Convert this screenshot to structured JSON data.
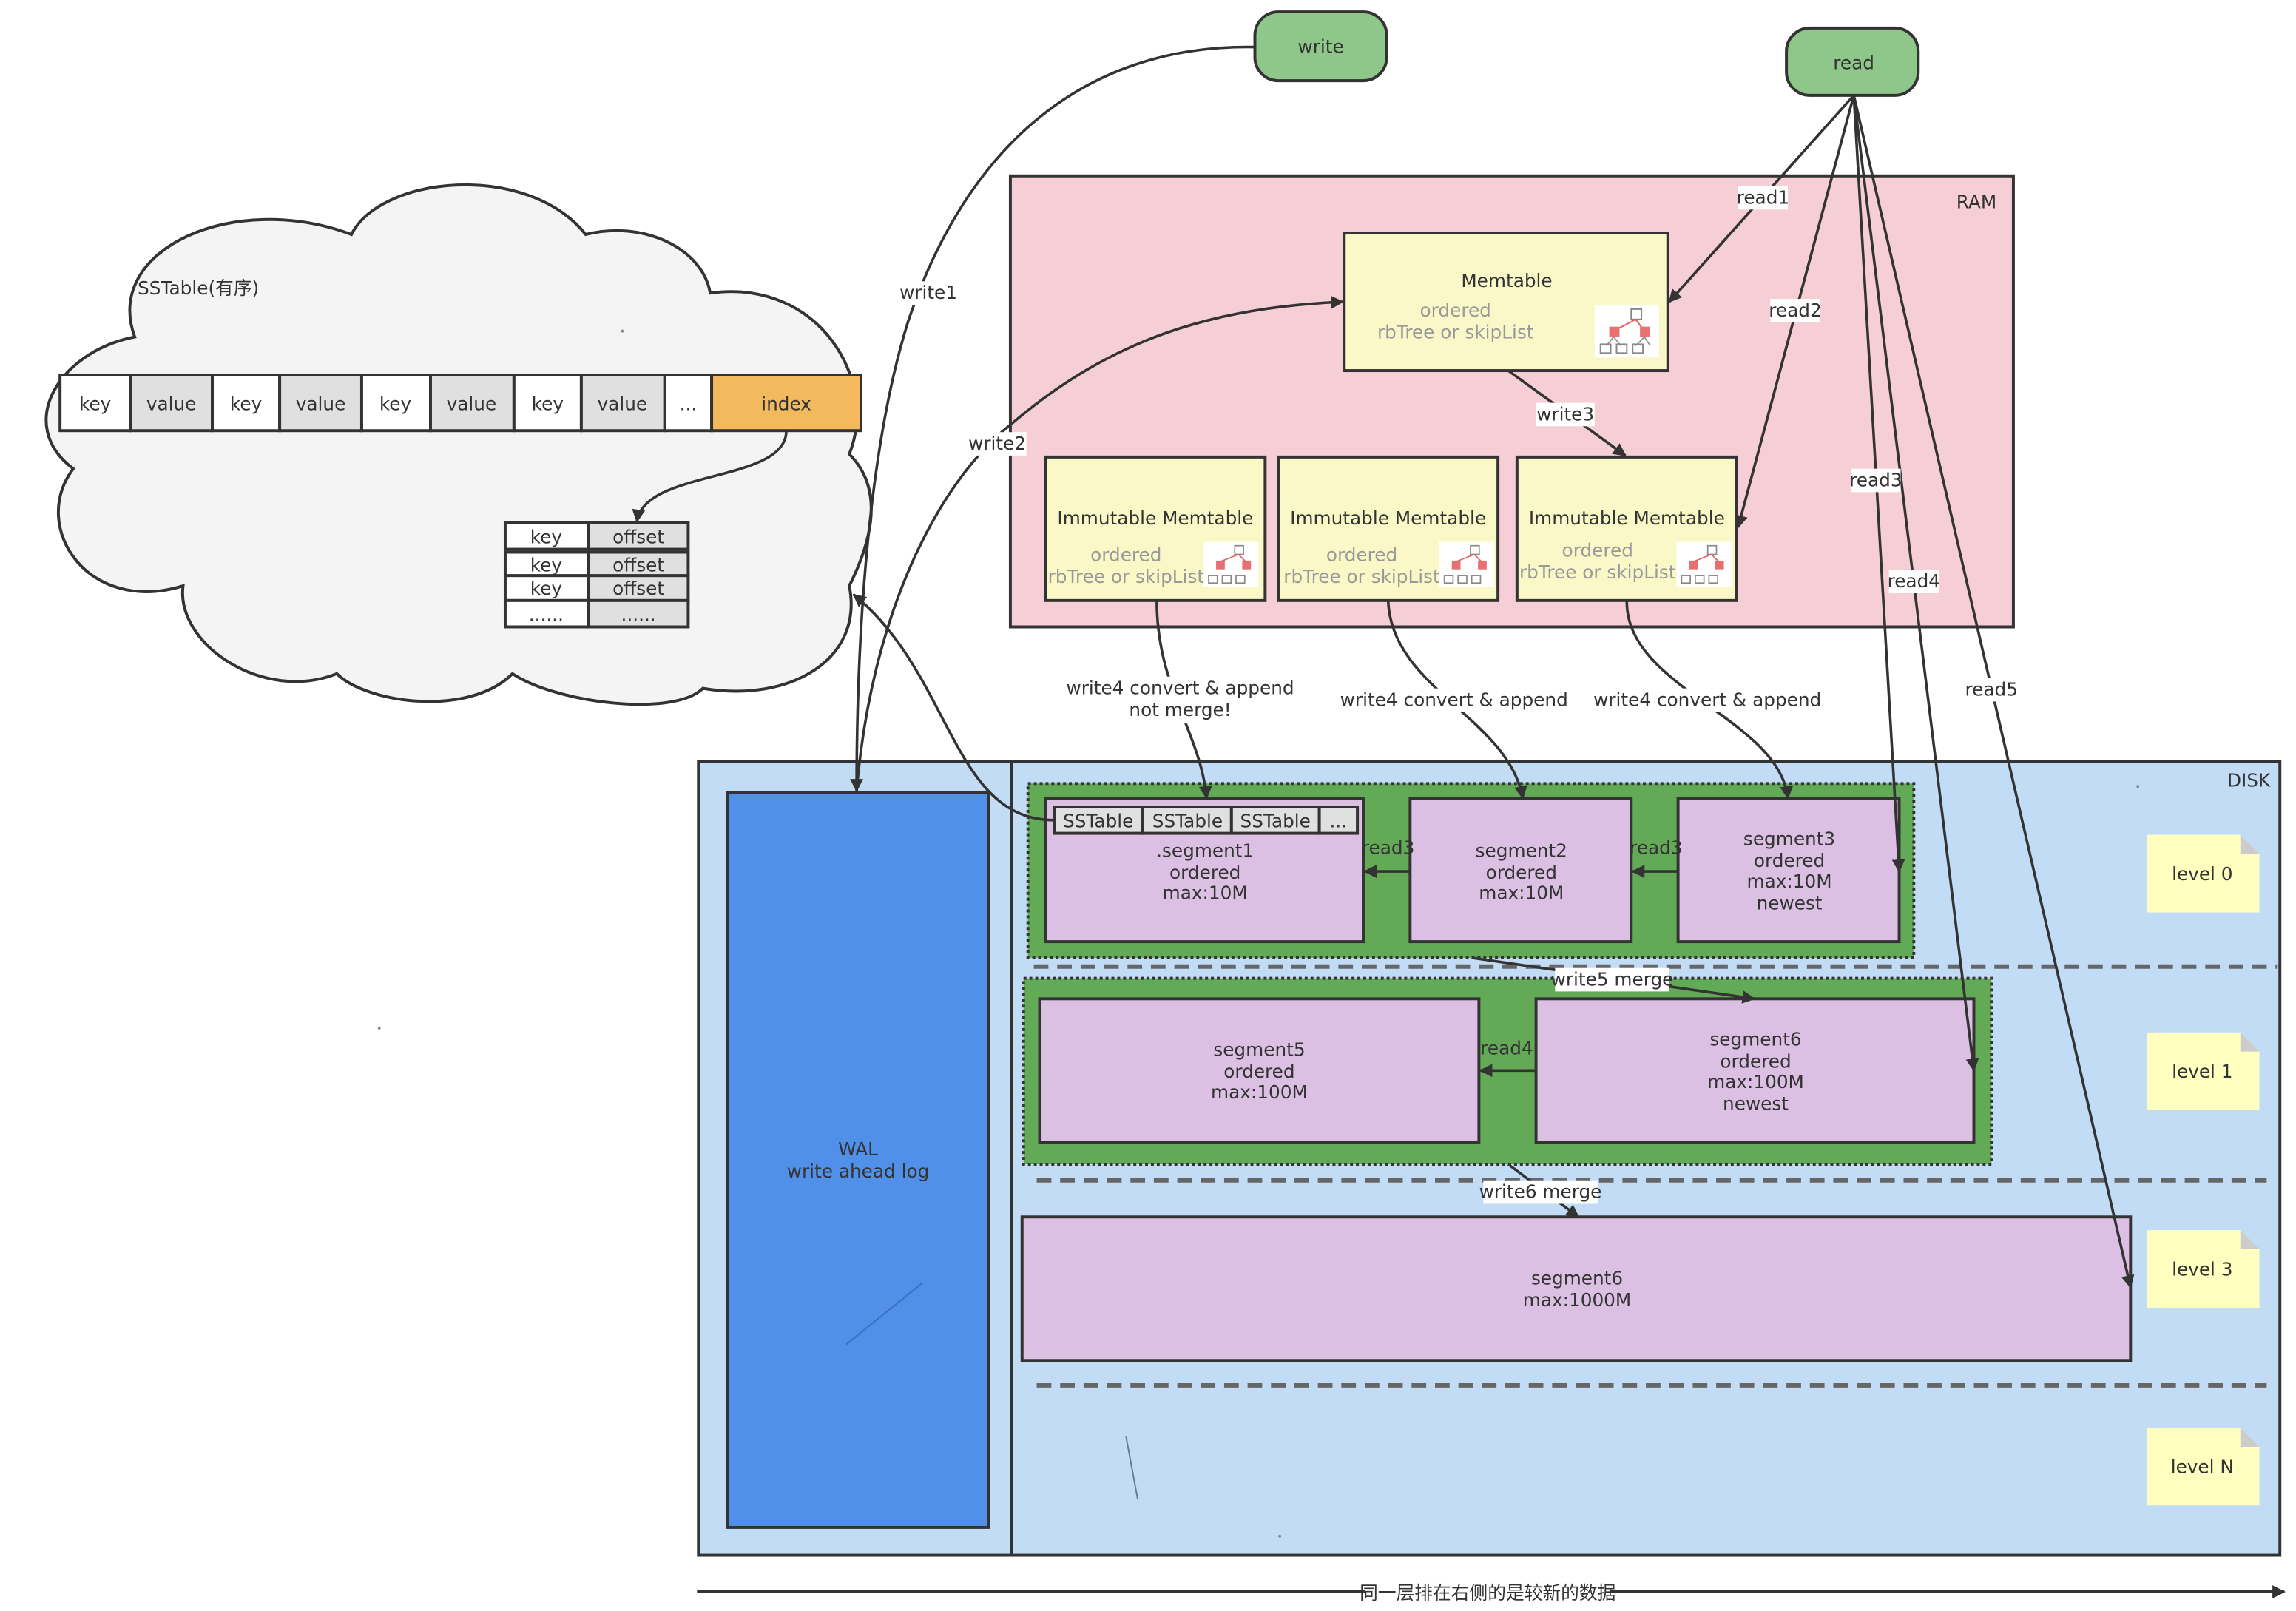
{
  "title_nodes": {
    "write": "write",
    "read": "read"
  },
  "sstable_cloud": {
    "title": "SSTable(有序)",
    "cells": [
      "key",
      "value",
      "key",
      "value",
      "key",
      "value",
      "key",
      "value",
      "...",
      "index"
    ],
    "index_table": {
      "rows": [
        [
          "key",
          "offset"
        ],
        [
          "key",
          "offset"
        ],
        [
          "key",
          "offset"
        ],
        [
          "......",
          "......"
        ]
      ]
    }
  },
  "ram": {
    "label": "RAM",
    "memtable": {
      "title": "Memtable",
      "line1": "ordered",
      "line2": "rbTree or skipList"
    },
    "immutables": [
      {
        "title": "Immutable Memtable",
        "line1": "ordered",
        "line2": "rbTree or skipList"
      },
      {
        "title": "Immutable Memtable",
        "line1": "ordered",
        "line2": "rbTree or skipList"
      },
      {
        "title": "Immutable Memtable",
        "line1": "ordered",
        "line2": "rbTree or skipList"
      }
    ]
  },
  "disk": {
    "label": "DISK",
    "wal": {
      "line1": "WAL",
      "line2": "write ahead log"
    },
    "sstable_strip": [
      "SSTable",
      "SSTable",
      "SSTable",
      "..."
    ],
    "level0": [
      {
        "lines": [
          ".segment1",
          "ordered",
          "max:10M"
        ]
      },
      {
        "lines": [
          "segment2",
          "ordered",
          "max:10M"
        ]
      },
      {
        "lines": [
          "segment3",
          "ordered",
          "max:10M",
          "newest"
        ]
      }
    ],
    "level1": [
      {
        "lines": [
          "segment5",
          "ordered",
          "max:100M"
        ]
      },
      {
        "lines": [
          "segment6",
          "ordered",
          "max:100M",
          "newest"
        ]
      }
    ],
    "level3": [
      {
        "lines": [
          "segment6",
          "max:1000M"
        ]
      }
    ],
    "level_notes": [
      "level 0",
      "level 1",
      "level 3",
      "level N"
    ]
  },
  "edges": {
    "write1": "write1",
    "write2": "write2",
    "write3": "write3",
    "write4a_line1": "write4 convert & append",
    "write4a_line2": "not merge!",
    "write4b": "write4 convert & append",
    "write4c": "write4 convert & append",
    "write5": "write5 merge",
    "write6": "write6 merge",
    "read1": "read1",
    "read2": "read2",
    "read3": "read3",
    "read3_a": "read3",
    "read3_b": "read3",
    "read4": "read4",
    "read4_a": "read4",
    "read5": "read5"
  },
  "footer": {
    "axis_label": "同一层排在右侧的是较新的数据"
  },
  "colors": {
    "ram_bg": "#f6ced5",
    "disk_bg": "#c3dcf5",
    "wal": "#5090e9",
    "memtable": "#fbf8c8",
    "segment": "#dcc0e4",
    "level_group": "#63aa56",
    "node_green": "#8fc68a",
    "index_cell": "#f2b95d",
    "note": "#ffffc0"
  }
}
